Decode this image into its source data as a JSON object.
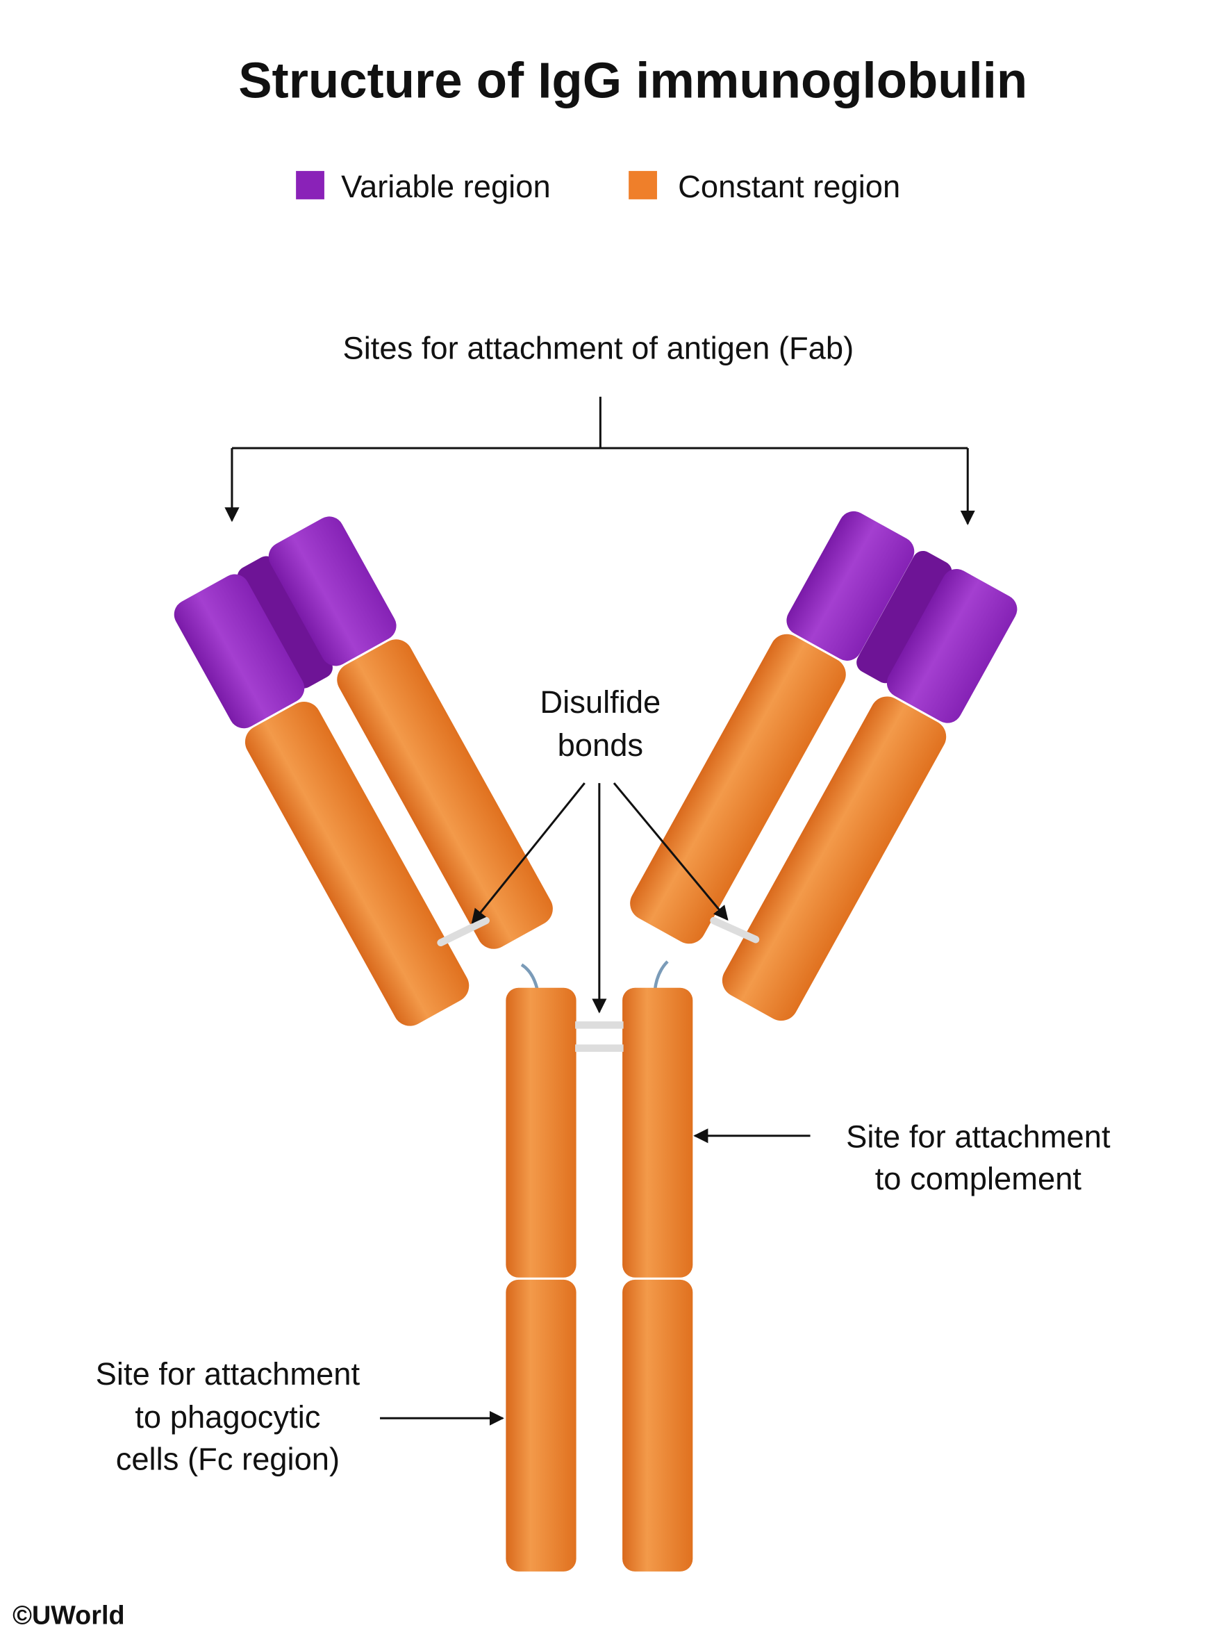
{
  "title": "Structure of IgG immunoglobulin",
  "legend": [
    {
      "label": "Variable region",
      "color": "#8a22b8"
    },
    {
      "label": "Constant region",
      "color": "#ef7f2a"
    }
  ],
  "labels": {
    "fab": "Sites for attachment of antigen (Fab)",
    "disulfide": [
      "Disulfide",
      "bonds"
    ],
    "complement": [
      "Site for attachment",
      "to complement"
    ],
    "fc": [
      "Site for attachment",
      "to phagocytic",
      "cells (Fc region)"
    ]
  },
  "copyright": "©UWorld"
}
